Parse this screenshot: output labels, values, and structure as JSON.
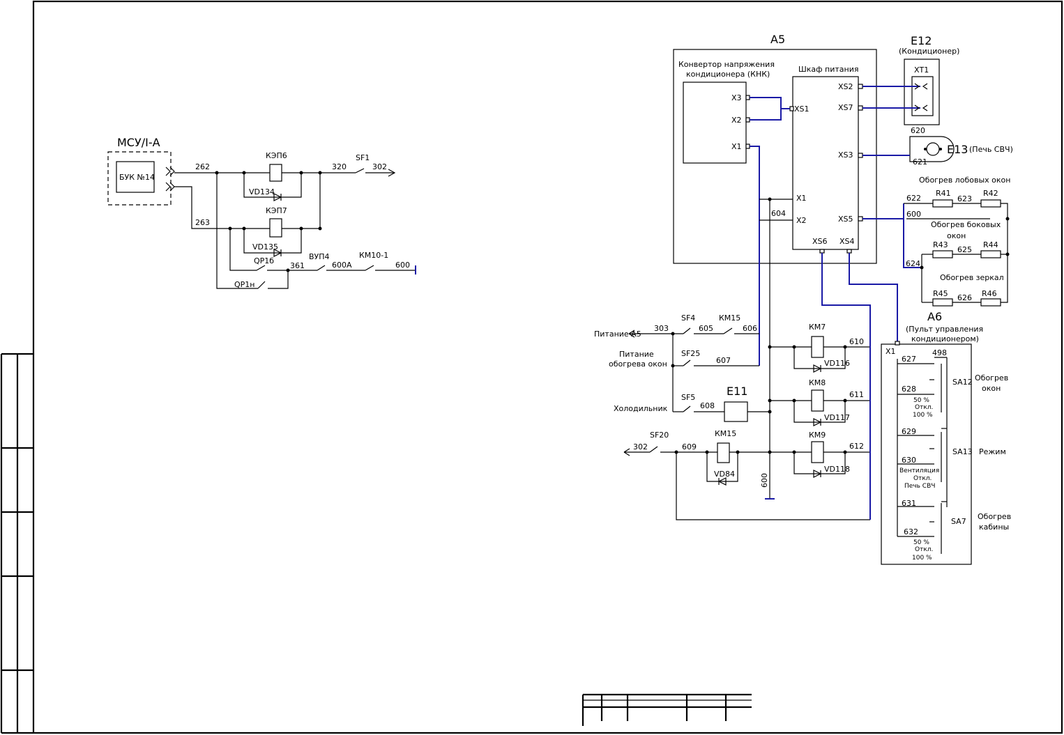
{
  "left_circuit": {
    "unit": "МСУ/I-А",
    "block": "БУК №14",
    "wires": [
      "262",
      "263",
      "320",
      "302",
      "361",
      "600А",
      "600"
    ],
    "relays": [
      "КЭП6",
      "КЭП7"
    ],
    "diodes": [
      "VD134",
      "VD135"
    ],
    "switches": [
      "SF1",
      "QP1б",
      "QP1н",
      "ВУП4",
      "КМ10-1"
    ]
  },
  "a5": {
    "title": "А5",
    "converter_label_1": "Конвертор напряжения",
    "converter_label_2": "кондиционера (КНК)",
    "cabinet_label": "Шкаф питания",
    "conv_pins": [
      "X3",
      "X2",
      "X1"
    ],
    "cab_pins": [
      "XS1",
      "XS2",
      "XS7",
      "XS3",
      "XS5",
      "X1",
      "X2",
      "XS6",
      "XS4"
    ],
    "wire_604": "604"
  },
  "e12": {
    "title": "Е12",
    "subtitle": "(Кондиционер)",
    "connector": "ХТ1"
  },
  "e13": {
    "title": "Е13",
    "subtitle": "(Печь СВЧ)",
    "wires": [
      "620",
      "621"
    ]
  },
  "heaters": {
    "windshield": "Обогрев лобовых окон",
    "side": "Обогрев боковых",
    "side2": "окон",
    "mirror": "Обогрев зеркал",
    "resistors": [
      "R41",
      "R42",
      "R43",
      "R44",
      "R45",
      "R46"
    ],
    "wires": [
      "622",
      "623",
      "600",
      "625",
      "624",
      "626"
    ]
  },
  "a6": {
    "title": "А6",
    "subtitle_1": "(Пульт управления",
    "subtitle_2": "кондиционером)",
    "x1": "X1",
    "wires": [
      "498",
      "627",
      "628",
      "629",
      "630",
      "631",
      "632"
    ],
    "sa12": "SA12",
    "sa12_label_1": "Обогрев",
    "sa12_label_2": "окон",
    "sa13": "SA13",
    "sa13_label": "Режим",
    "sa7": "SA7",
    "sa7_label_1": "Обогрев",
    "sa7_label_2": "кабины",
    "pos_50": "50 %",
    "pos_off": "Откл.",
    "pos_100": "100 %",
    "pos_vent": "Вентиляция",
    "pos_pech": "Печь СВЧ"
  },
  "power": {
    "pitanie_a5": "Питание А5",
    "pitanie_obogreva_1": "Питание",
    "pitanie_obogreva_2": "обогрева окон",
    "holodilnik": "Холодильник",
    "switches": [
      "SF4",
      "КМ15",
      "SF25",
      "SF5",
      "SF20"
    ],
    "wires": [
      "303",
      "605",
      "606",
      "607",
      "608",
      "302",
      "609",
      "610",
      "611",
      "612",
      "600"
    ],
    "e11": "Е11",
    "relays": [
      "КМ7",
      "КМ8",
      "КМ9",
      "КМ15"
    ],
    "diodes": [
      "VD116",
      "VD117",
      "VD118",
      "VD84"
    ]
  }
}
